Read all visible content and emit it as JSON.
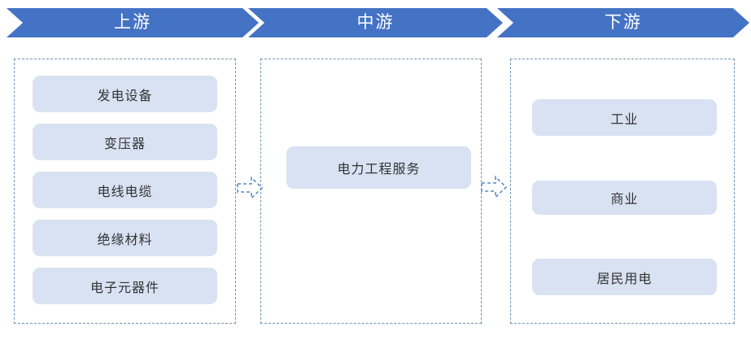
{
  "banners": [
    {
      "label": "上游"
    },
    {
      "label": "中游"
    },
    {
      "label": "下游"
    }
  ],
  "columns": [
    {
      "name": "upstream",
      "items": [
        "发电设备",
        "变压器",
        "电线电缆",
        "绝缘材料",
        "电子元器件"
      ]
    },
    {
      "name": "midstream",
      "items": [
        "电力工程服务"
      ]
    },
    {
      "name": "downstream",
      "items": [
        "工业",
        "商业",
        "居民用电"
      ]
    }
  ],
  "arrows": [
    {
      "icon": "flow-arrow-icon"
    },
    {
      "icon": "flow-arrow-icon"
    }
  ],
  "colors": {
    "banner_blue": "#4472C4",
    "box_fill": "#D9E2F3",
    "dash_border": "#7095B5",
    "arrow_stroke": "#5B8AC6",
    "text_dark": "#333333",
    "text_light": "#FFFFFF"
  }
}
